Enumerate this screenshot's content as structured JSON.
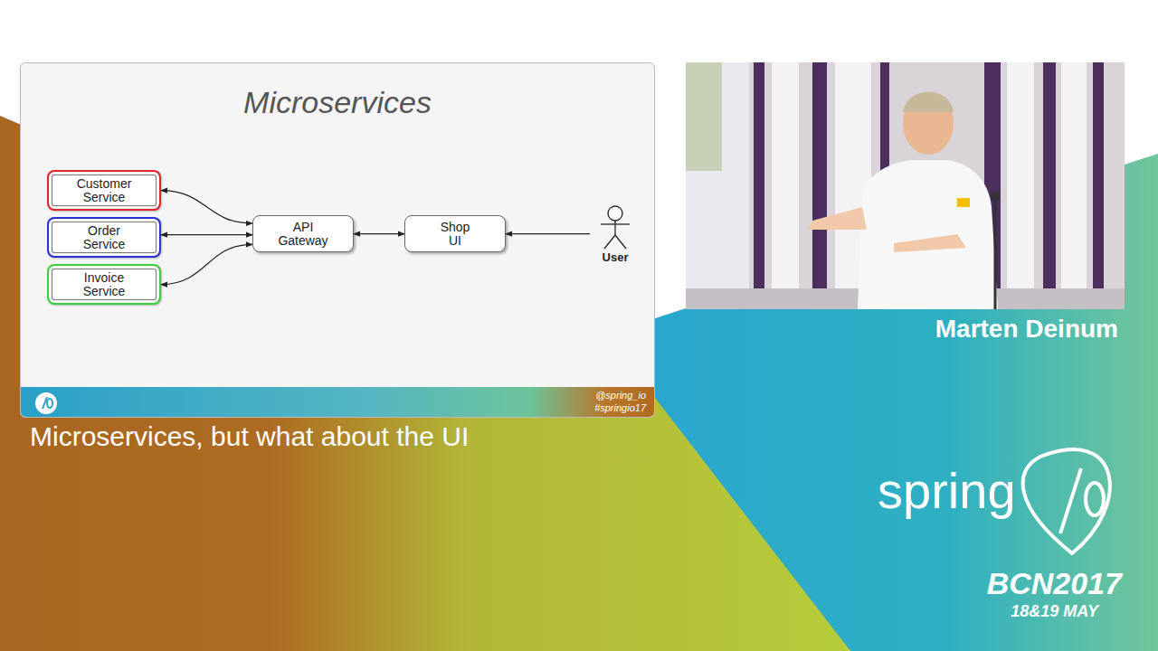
{
  "diagram": {
    "title": "Microservices",
    "caption": "Microservices, but what about the UI",
    "nodes": [
      {
        "text": [
          "Customer Service"
        ]
      },
      {
        "text": [
          "Order Service"
        ]
      },
      {
        "text": [
          "Invoice Service"
        ]
      },
      {
        "text": [
          "API Gateway"
        ]
      },
      {
        "text": [
          "Shop UI"
        ]
      },
      {
        "text": [
          "User"
        ]
      }
    ],
    "edges": [
      {
        "from": 0,
        "to": 3,
        "arrow": "both"
      },
      {
        "from": 1,
        "to": 3,
        "arrow": "both"
      },
      {
        "from": 2,
        "to": 3,
        "arrow": "both"
      },
      {
        "from": 3,
        "to": 4,
        "arrow": "both"
      },
      {
        "from": 5,
        "to": 4,
        "arrow": "to"
      }
    ],
    "labels": [
      "@spring_io",
      "#springio17",
      "Marten Deinum",
      "spring",
      "BCN2017",
      "18&19 MAY"
    ]
  }
}
